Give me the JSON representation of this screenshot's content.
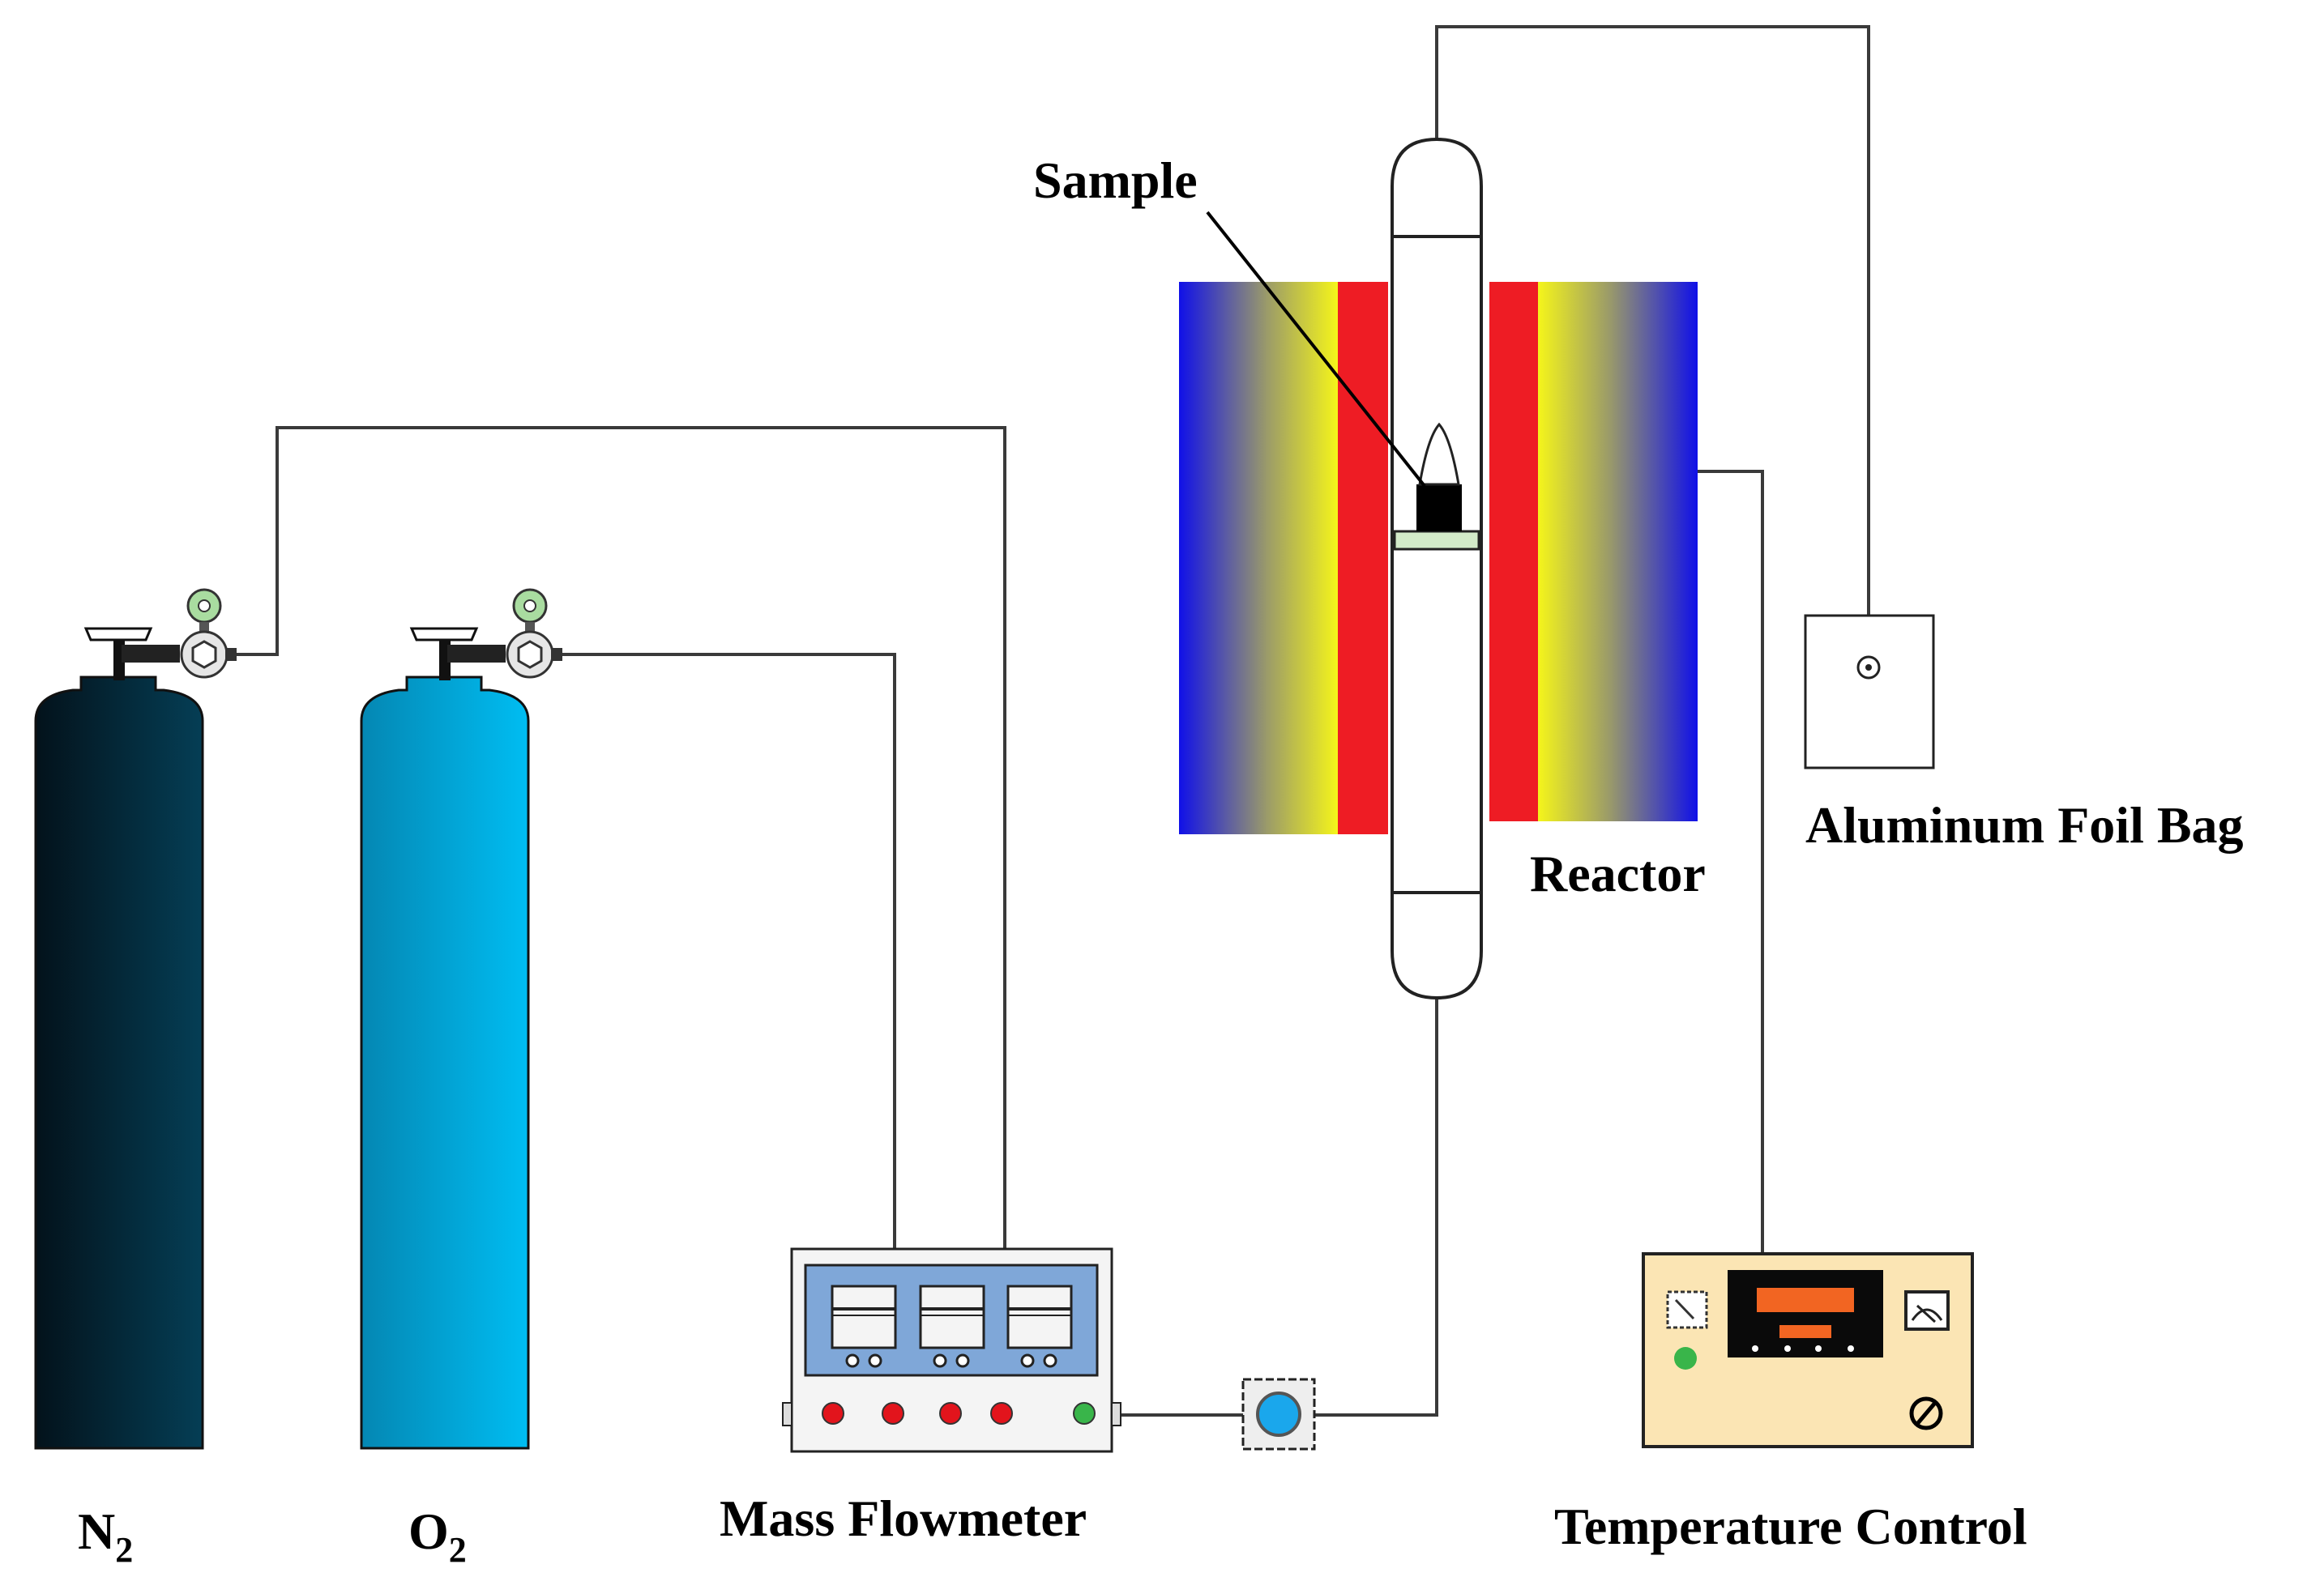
{
  "labels": {
    "n2": "N",
    "n2_sub": "2",
    "o2": "O",
    "o2_sub": "2",
    "mass_flowmeter": "Mass Flowmeter",
    "temperature_control": "Temperature Control",
    "reactor": "Reactor",
    "sample": "Sample",
    "aluminum_foil_bag": "Aluminum Foil Bag"
  },
  "colors": {
    "n2_cylinder_dark": "#03121b",
    "n2_cylinder_light": "#053e55",
    "o2_cylinder_dark": "#0487b3",
    "o2_cylinder_light": "#00bdf2",
    "furnace_outer": "#1010e8",
    "furnace_mid": "#f5f51a",
    "furnace_inner": "#ee1c24",
    "flowmeter_panel": "#7fa7d8",
    "controller_body": "#fbe5b4",
    "indicator_red": "#e2141c",
    "indicator_green": "#39b54a",
    "regulator_gauge": "#a9dca0",
    "display_orange": "#f26522"
  },
  "icons": [
    "gas-cylinder-icon",
    "pressure-regulator-icon",
    "flowmeter-icon",
    "valve-icon",
    "tube-reactor-icon",
    "furnace-heater-icon",
    "temperature-controller-icon",
    "gas-bag-icon"
  ]
}
